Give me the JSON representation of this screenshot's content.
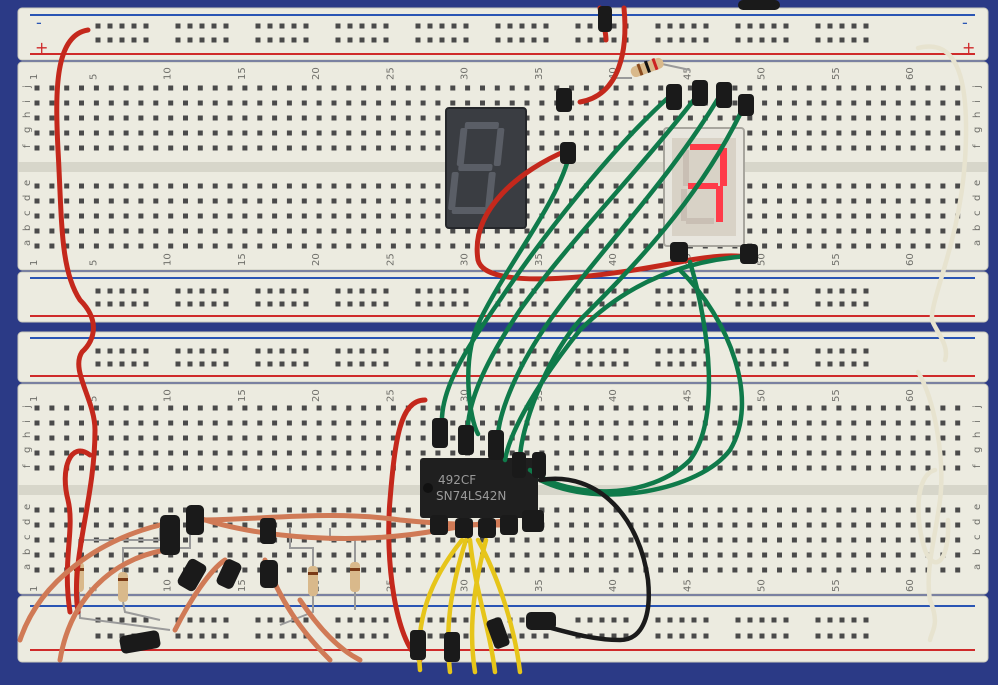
{
  "colors": {
    "background": "#2b3a86",
    "board": "#ecebe0",
    "board_shadow": "#c9c8bc",
    "rail_red": "#cf2a2a",
    "rail_blue": "#2a55b4",
    "hole": "#4a4a4a",
    "wire_green": "#0f7a4a",
    "wire_orange": "#d07a56",
    "wire_red": "#c4281c",
    "wire_yellow": "#e6c51a",
    "wire_white": "#e7e3cf",
    "wire_black": "#1b1b1b",
    "chip": "#1f1f1f",
    "display_off": "#3a3d42",
    "segment_on": "#ff3b49"
  },
  "boards": [
    {
      "top_rail": {
        "symbols": [
          "+",
          "+",
          "-",
          "-"
        ]
      },
      "row_letters_top": [
        "f",
        "g",
        "h",
        "i",
        "j"
      ],
      "row_letters_bottom": [
        "a",
        "b",
        "c",
        "d",
        "e"
      ],
      "column_numbers": [
        "1",
        "5",
        "10",
        "15",
        "20",
        "25",
        "30",
        "35",
        "40",
        "45",
        "50",
        "55",
        "60"
      ]
    },
    {
      "row_letters_top": [
        "f",
        "g",
        "h",
        "i",
        "j"
      ],
      "row_letters_bottom": [
        "a",
        "b",
        "c",
        "d",
        "e"
      ],
      "column_numbers": [
        "1",
        "5",
        "10",
        "15",
        "20",
        "25",
        "30",
        "35",
        "40",
        "45",
        "50",
        "55",
        "60"
      ]
    }
  ],
  "chip": {
    "line1": "492CF",
    "line2": "SN74LS42N"
  },
  "displays": [
    {
      "name": "left",
      "lit_segments": []
    },
    {
      "name": "right",
      "lit_segments": [
        "a",
        "b",
        "c",
        "g"
      ]
    }
  ]
}
